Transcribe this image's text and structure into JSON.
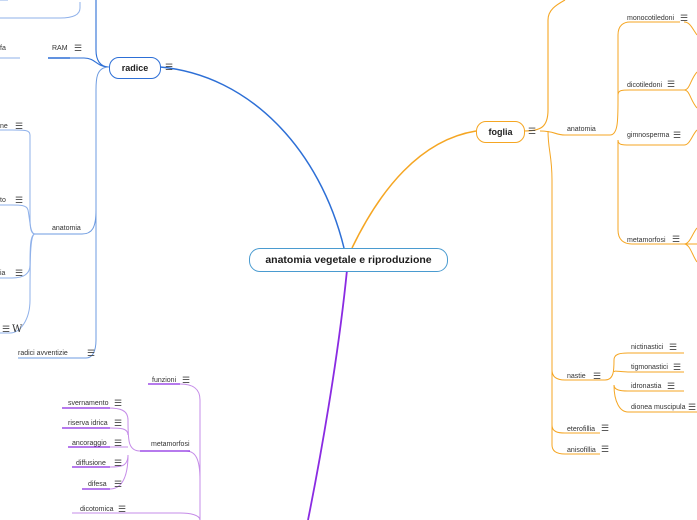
{
  "central": "anatomia vegetale e riproduzione",
  "menu_glyph": "☰",
  "wiki_glyph": "W",
  "colors": {
    "radice": "#2d6fd6",
    "radice_light": "#8fb1ea",
    "foglia": "#f5a623",
    "violet": "#8a2be2",
    "violet_light": "#c58ce8"
  },
  "radice": {
    "label": "radice",
    "fragments": {
      "fa": "fa",
      "ne": "ne",
      "to": "to",
      "ia": "ia"
    },
    "ram": "RAM",
    "anatomia": "anatomia",
    "radici_avventizie": "radici avventizie"
  },
  "foglia": {
    "label": "foglia",
    "anatomia": "anatomia",
    "anatomia_items": [
      "monocotiledoni",
      "dicotiledoni",
      "gimnosperma",
      "metamorfosi"
    ],
    "nastie": "nastie",
    "nastie_items": [
      "nictinastici",
      "tigmonastici",
      "idronastia",
      "dionea muscipula"
    ],
    "eterofillia": "eterofillia",
    "anisofillia": "anisofillia"
  },
  "fusto": {
    "funzioni": "funzioni",
    "metamorfosi": "metamorfosi",
    "metamorfosi_items": [
      "svernamento",
      "riserva idrica",
      "ancoraggio",
      "diffusione",
      "difesa"
    ],
    "dicotomica": "dicotomica"
  }
}
